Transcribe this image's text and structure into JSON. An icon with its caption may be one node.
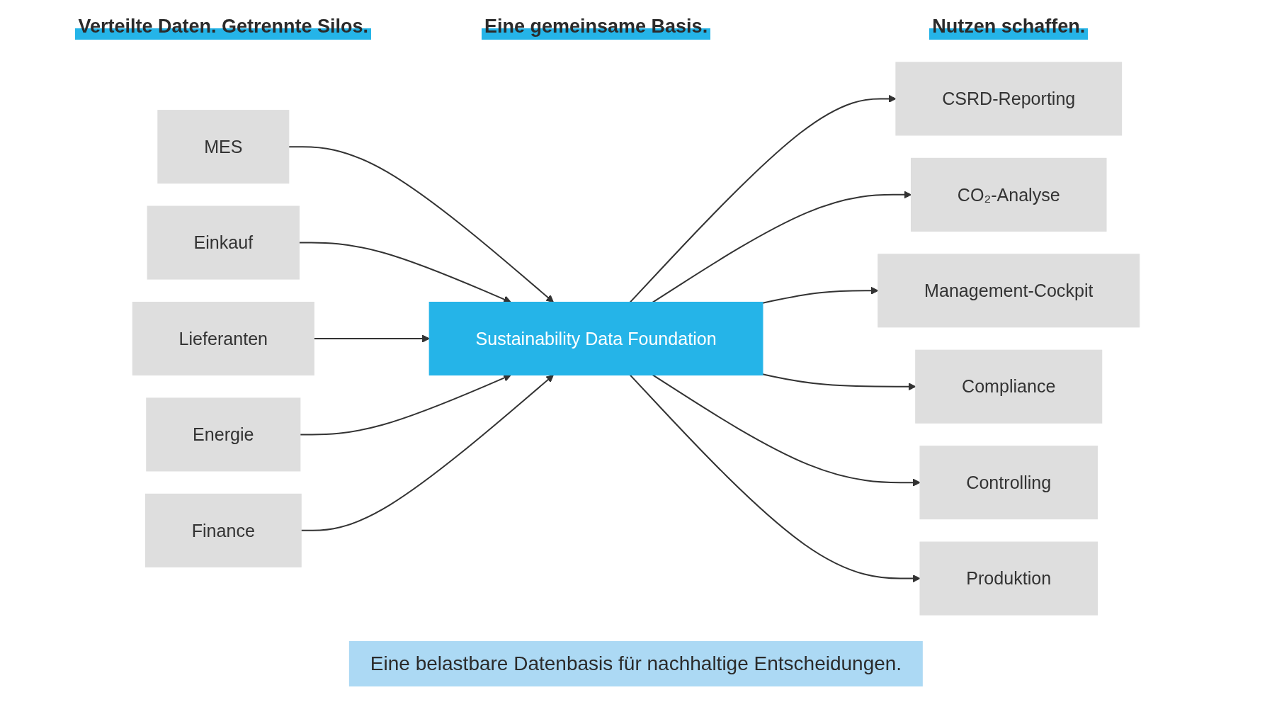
{
  "diagram": {
    "caption": "Eine belastbare Datenbasis für nachhaltige Entscheidungen.",
    "nodes": [
      {
        "text": [
          "MES"
        ]
      },
      {
        "text": [
          "Einkauf"
        ]
      },
      {
        "text": [
          "Lieferanten"
        ]
      },
      {
        "text": [
          "Energie"
        ]
      },
      {
        "text": [
          "Finance"
        ]
      },
      {
        "text": [
          "Sustainability Data Foundation"
        ]
      },
      {
        "text": [
          "CSRD-Reporting"
        ]
      },
      {
        "text": [
          "CO₂-Analyse"
        ]
      },
      {
        "text": [
          "Management-Cockpit"
        ]
      },
      {
        "text": [
          "Compliance"
        ]
      },
      {
        "text": [
          "Controlling"
        ]
      },
      {
        "text": [
          "Produktion"
        ]
      }
    ],
    "edges": [
      {
        "from": 0,
        "to": 5,
        "arrow": "to"
      },
      {
        "from": 1,
        "to": 5,
        "arrow": "to"
      },
      {
        "from": 2,
        "to": 5,
        "arrow": "to"
      },
      {
        "from": 3,
        "to": 5,
        "arrow": "to"
      },
      {
        "from": 4,
        "to": 5,
        "arrow": "to"
      },
      {
        "from": 5,
        "to": 6,
        "arrow": "to"
      },
      {
        "from": 5,
        "to": 7,
        "arrow": "to"
      },
      {
        "from": 5,
        "to": 8,
        "arrow": "to"
      },
      {
        "from": 5,
        "to": 9,
        "arrow": "to"
      },
      {
        "from": 5,
        "to": 10,
        "arrow": "to"
      },
      {
        "from": 5,
        "to": 11,
        "arrow": "to"
      }
    ],
    "labels": [
      "Verteilte Daten. Getrennte Silos.",
      "Eine gemeinsame Basis.",
      "Nutzen schaffen."
    ]
  }
}
